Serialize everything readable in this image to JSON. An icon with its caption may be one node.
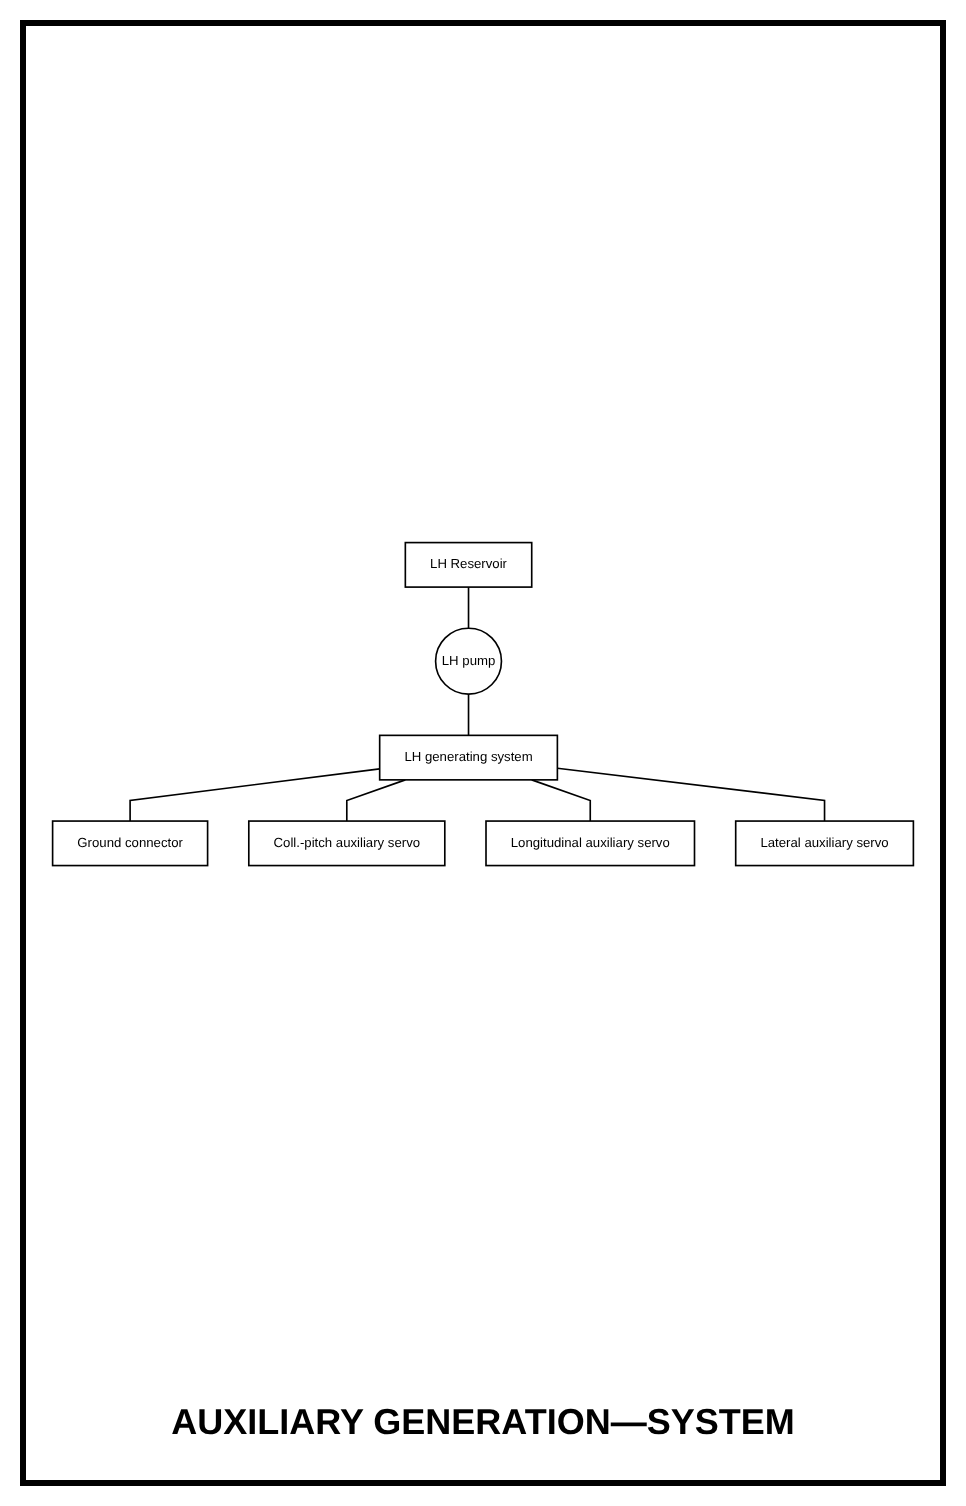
{
  "diagram": {
    "caption": "AUXILIARY GENERATION—SYSTEM",
    "nodes": [
      {
        "text": [
          "LH Reservoir"
        ]
      },
      {
        "text": [
          "LH pump"
        ]
      },
      {
        "text": [
          "LH generating system"
        ]
      },
      {
        "text": [
          "Ground connector"
        ]
      },
      {
        "text": [
          "Coll.-pitch auxiliary servo"
        ]
      },
      {
        "text": [
          "Longitudinal auxiliary servo"
        ]
      },
      {
        "text": [
          "Lateral auxiliary servo"
        ]
      }
    ],
    "edges": [
      {
        "from": 0,
        "to": 1,
        "arrow": "none"
      },
      {
        "from": 1,
        "to": 2,
        "arrow": "none"
      },
      {
        "from": 2,
        "to": 3,
        "arrow": "none"
      },
      {
        "from": 2,
        "to": 4,
        "arrow": "none"
      },
      {
        "from": 2,
        "to": 5,
        "arrow": "none"
      },
      {
        "from": 2,
        "to": 6,
        "arrow": "none"
      }
    ]
  }
}
